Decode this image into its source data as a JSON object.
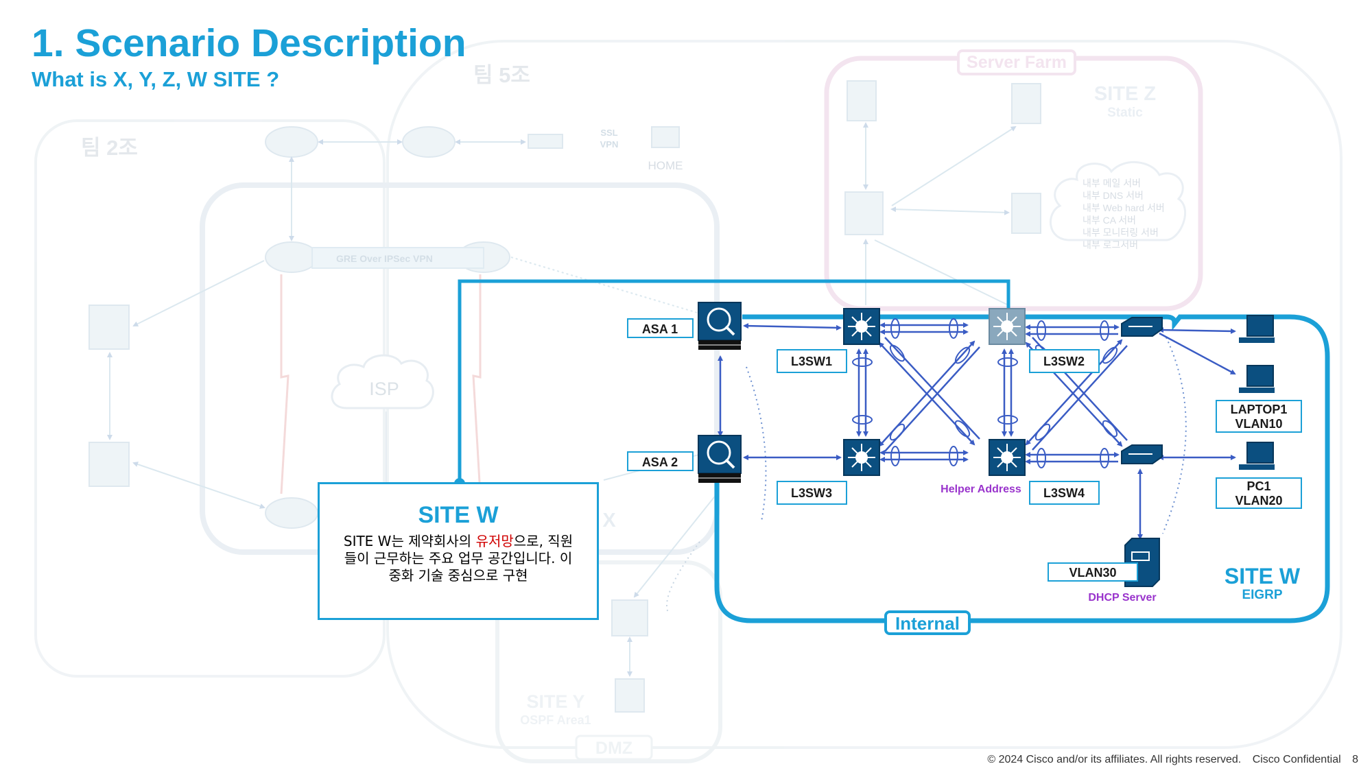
{
  "header": {
    "title": "1. Scenario Description",
    "subtitle": "What is X, Y, Z, W SITE ?"
  },
  "background": {
    "team2": "팀 2조",
    "team5": "팀 5조",
    "home": "HOME",
    "ssl_vpn": [
      "SSL",
      "VPN"
    ],
    "gre_vpn": "GRE Over IPSec VPN",
    "isp": "ISP",
    "server_farm": "Server Farm",
    "site_z": "SITE Z",
    "site_z_routing": "Static",
    "servers": [
      "내부 메일 서버",
      "내부 DNS 서버",
      "내부 Web hard 서버",
      "내부 CA 서버",
      "내부 모니터링 서버",
      "내부 로그서버"
    ],
    "site_x": "X",
    "site_y": "SITE Y",
    "site_y_routing": "OSPF Area1",
    "dmz": "DMZ"
  },
  "site_w": {
    "asa1": "ASA 1",
    "asa2": "ASA 2",
    "sw1": "L3SW1",
    "sw2": "L3SW2",
    "sw3": "L3SW3",
    "sw4": "L3SW4",
    "helper": "Helper Address",
    "laptop": [
      "LAPTOP1",
      "VLAN10"
    ],
    "pc": [
      "PC1",
      "VLAN20"
    ],
    "vlan30": "VLAN30",
    "dhcp": "DHCP Server",
    "name": "SITE W",
    "routing": "EIGRP",
    "internal": "Internal"
  },
  "callout": {
    "title": "SITE W",
    "text_before": "SITE W는 제약회사의 ",
    "text_highlight": "유저망",
    "text_after": "으로, 직원들이 근무하는 주요 업무 공간입니다. 이중화 기술 중심으로 구현"
  },
  "footer": {
    "copyright": "© 2024  Cisco and/or its affiliates. All rights reserved.",
    "confidential": "Cisco Confidential",
    "page": "8"
  },
  "colors": {
    "accent": "#1ba0d7",
    "device": "#0b4f80",
    "link": "#3a5cc4",
    "purple": "#9933cc",
    "faded": "#d8e6ee"
  }
}
